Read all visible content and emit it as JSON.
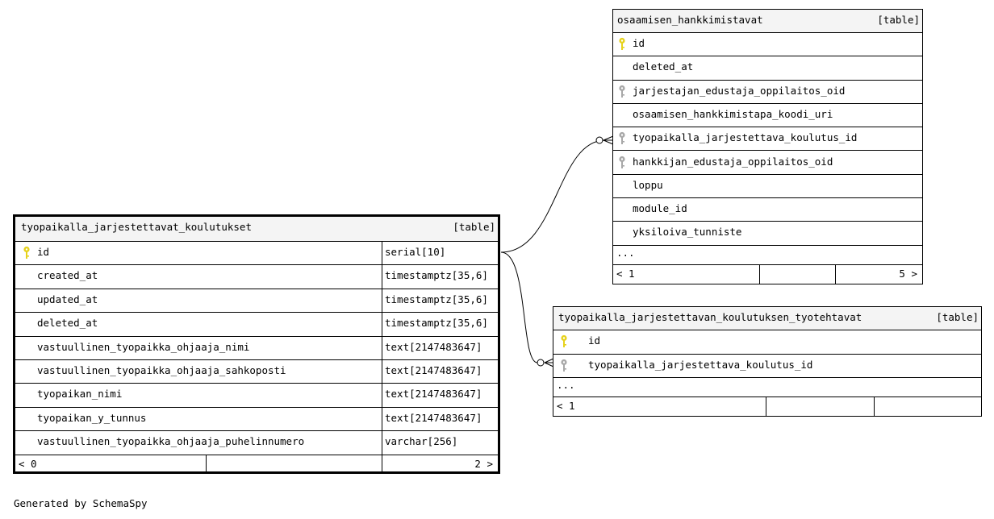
{
  "footer": {
    "generated_by": "Generated by SchemaSpy"
  },
  "tables": {
    "main": {
      "name": "tyopaikalla_jarjestettavat_koulutukset",
      "tag": "[table]",
      "columns": [
        {
          "name": "id",
          "type": "serial[10]",
          "key": "primary"
        },
        {
          "name": "created_at",
          "type": "timestamptz[35,6]"
        },
        {
          "name": "updated_at",
          "type": "timestamptz[35,6]"
        },
        {
          "name": "deleted_at",
          "type": "timestamptz[35,6]"
        },
        {
          "name": "vastuullinen_tyopaikka_ohjaaja_nimi",
          "type": "text[2147483647]"
        },
        {
          "name": "vastuullinen_tyopaikka_ohjaaja_sahkoposti",
          "type": "text[2147483647]"
        },
        {
          "name": "tyopaikan_nimi",
          "type": "text[2147483647]"
        },
        {
          "name": "tyopaikan_y_tunnus",
          "type": "text[2147483647]"
        },
        {
          "name": "vastuullinen_tyopaikka_ohjaaja_puhelinnumero",
          "type": "varchar[256]"
        }
      ],
      "footer_left": "< 0",
      "footer_right": "2 >"
    },
    "osaamisen": {
      "name": "osaamisen_hankkimistavat",
      "tag": "[table]",
      "columns": [
        {
          "name": "id",
          "key": "primary"
        },
        {
          "name": "deleted_at"
        },
        {
          "name": "jarjestajan_edustaja_oppilaitos_oid",
          "key": "foreign"
        },
        {
          "name": "osaamisen_hankkimistapa_koodi_uri"
        },
        {
          "name": "tyopaikalla_jarjestettava_koulutus_id",
          "key": "foreign"
        },
        {
          "name": "hankkijan_edustaja_oppilaitos_oid",
          "key": "foreign"
        },
        {
          "name": "loppu"
        },
        {
          "name": "module_id"
        },
        {
          "name": "yksiloiva_tunniste"
        }
      ],
      "ellipsis": "...",
      "footer_left": "< 1",
      "footer_right": "5 >"
    },
    "tyotehtavat": {
      "name": "tyopaikalla_jarjestettavan_koulutuksen_tyotehtavat",
      "tag": "[table]",
      "columns": [
        {
          "name": "id",
          "key": "primary"
        },
        {
          "name": "tyopaikalla_jarjestettava_koulutus_id",
          "key": "foreign"
        }
      ],
      "ellipsis": "...",
      "footer_left": "< 1"
    }
  },
  "colors": {
    "primary_key": "#e6d21c",
    "foreign_key": "#a8a8a8",
    "header_bg": "#f4f4f4"
  }
}
